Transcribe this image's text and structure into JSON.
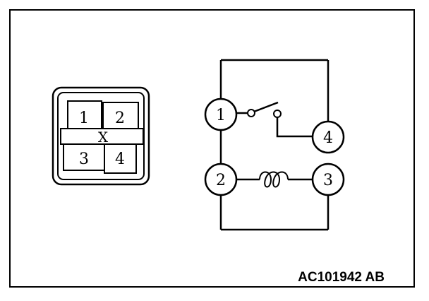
{
  "connector": {
    "pins": [
      "1",
      "2",
      "3",
      "4"
    ],
    "center_mark": "X"
  },
  "schematic": {
    "terminals": [
      "1",
      "2",
      "3",
      "4"
    ]
  },
  "figure_code": "AC101942 AB"
}
